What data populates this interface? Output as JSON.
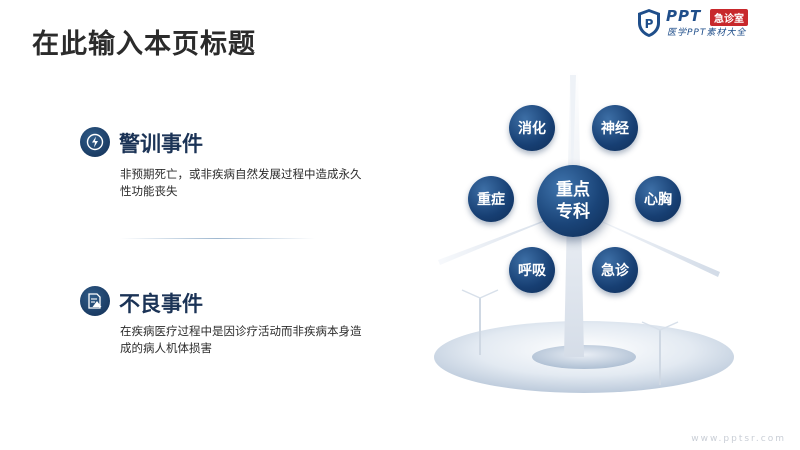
{
  "page": {
    "title": "在此输入本页标题"
  },
  "logo": {
    "brand": "PPT",
    "badge": "急诊室",
    "subtitle": "医学PPT素材大全"
  },
  "items": [
    {
      "heading": "警训事件",
      "description": "非预期死亡，或非疾病自然发展过程中造成永久性功能丧失",
      "icon": "lightning-shield-icon"
    },
    {
      "heading": "不良事件",
      "description": "在疾病医疗过程中是因诊疗活动而非疾病本身造成的病人机体损害",
      "icon": "document-warning-icon"
    }
  ],
  "graphic": {
    "center": {
      "line1": "重点",
      "line2": "专科"
    },
    "bubbles": [
      {
        "label": "消化"
      },
      {
        "label": "神经"
      },
      {
        "label": "重症"
      },
      {
        "label": "心胸"
      },
      {
        "label": "呼吸"
      },
      {
        "label": "急诊"
      }
    ]
  },
  "footer": {
    "url": "www.pptsr.com"
  },
  "colors": {
    "primary": "#173f73",
    "accent": "#c8282c",
    "text": "#2c2c2c"
  }
}
